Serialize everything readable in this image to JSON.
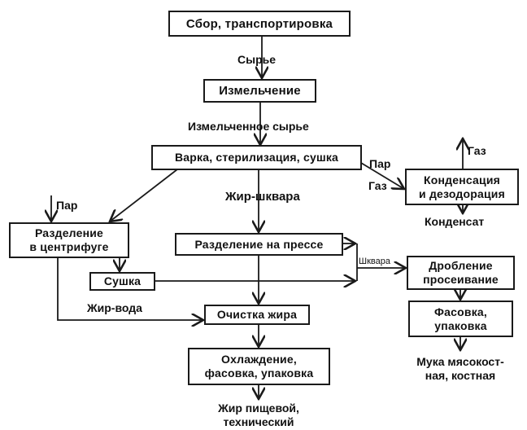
{
  "diagram": {
    "type": "process-flowchart",
    "nodes": {
      "collection": "Сбор, транспортировка",
      "grinding": "Измельчение",
      "cooking": "Варка, стерилизация, сушка",
      "condensation": "Конденсация\nи дезодорация",
      "centrifuge": "Разделение\nв центрифуге",
      "press": "Разделение на прессе",
      "drying": "Сушка",
      "fat_cleaning": "Очистка жира",
      "cooling": "Охлаждение,\nфасовка, упаковка",
      "crushing": "Дробление\nпросеивание",
      "packing": "Фасовка,\nупаковка"
    },
    "labels": {
      "raw": "Сырье",
      "ground_raw": "Измельченное сырье",
      "steam_top": "Пар",
      "gas_in": "Газ",
      "gas_out": "Газ",
      "condensate": "Конденсат",
      "steam_left": "Пар",
      "fat_greaves": "Жир-шквара",
      "greaves": "Шквара",
      "fat_water": "Жир-вода",
      "fat_product": "Жир пищевой,\nтехнический",
      "meal_product": "Мука мясокост-\nная, костная"
    },
    "edges": [
      {
        "from": "collection",
        "to": "grinding",
        "label": "Сырье"
      },
      {
        "from": "grinding",
        "to": "cooking",
        "label": "Измельченное сырье"
      },
      {
        "from": "cooking",
        "to": "condensation",
        "label": "Пар / Газ"
      },
      {
        "from": "condensation",
        "to": "out",
        "label": "Газ"
      },
      {
        "from": "condensation",
        "to": "out",
        "label": "Конденсат"
      },
      {
        "from": "cooking",
        "to": "centrifuge",
        "label": ""
      },
      {
        "from": "cooking",
        "to": "press",
        "label": "Жир-шквара"
      },
      {
        "from": "in",
        "to": "centrifuge",
        "label": "Пар"
      },
      {
        "from": "centrifuge",
        "to": "drying",
        "label": ""
      },
      {
        "from": "centrifuge",
        "to": "fat_cleaning",
        "label": "Жир-вода"
      },
      {
        "from": "press",
        "to": "crushing",
        "label": "Шквара"
      },
      {
        "from": "drying",
        "to": "crushing",
        "label": "Шквара"
      },
      {
        "from": "press",
        "to": "fat_cleaning",
        "label": ""
      },
      {
        "from": "fat_cleaning",
        "to": "cooling",
        "label": ""
      },
      {
        "from": "cooling",
        "to": "out",
        "label": "Жир пищевой, технический"
      },
      {
        "from": "crushing",
        "to": "packing",
        "label": ""
      },
      {
        "from": "packing",
        "to": "out",
        "label": "Мука мясокостная, костная"
      }
    ]
  }
}
